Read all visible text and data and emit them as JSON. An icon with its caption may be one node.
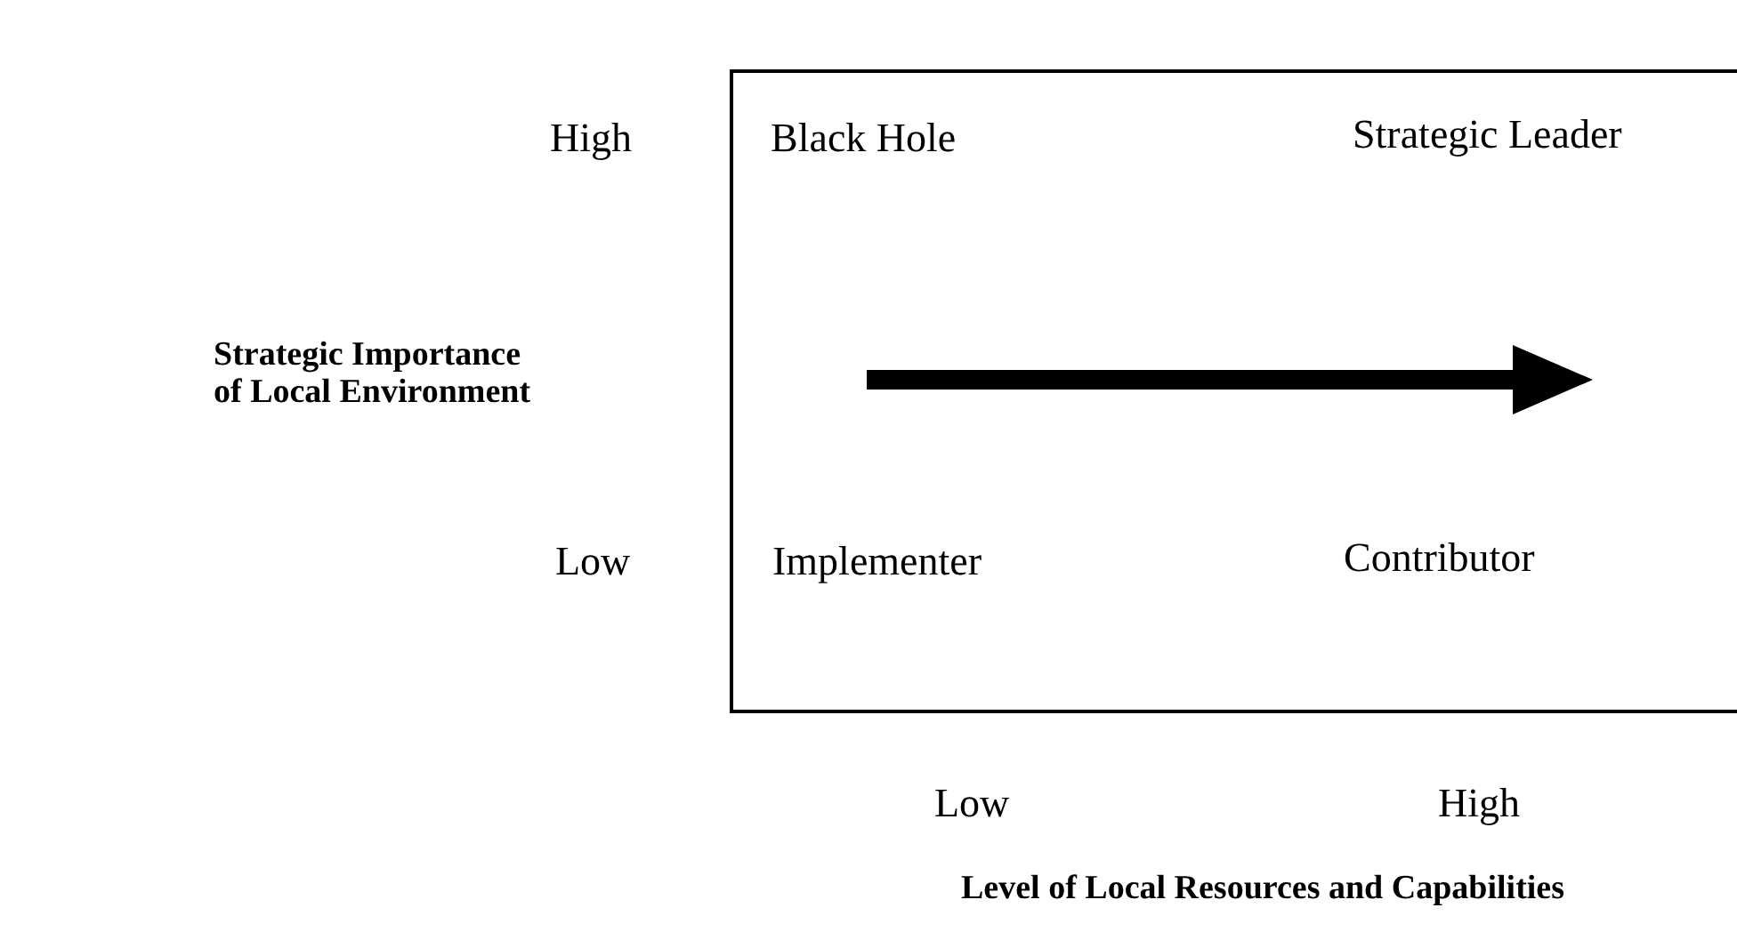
{
  "diagram": {
    "labels": [
      "High",
      "Black Hole",
      "Strategic Leader",
      "Strategic Importance of Local Environment",
      "Low",
      "Implementer",
      "Contributor",
      "Low",
      "High",
      "Level of Local Resources and Capabilities"
    ]
  }
}
